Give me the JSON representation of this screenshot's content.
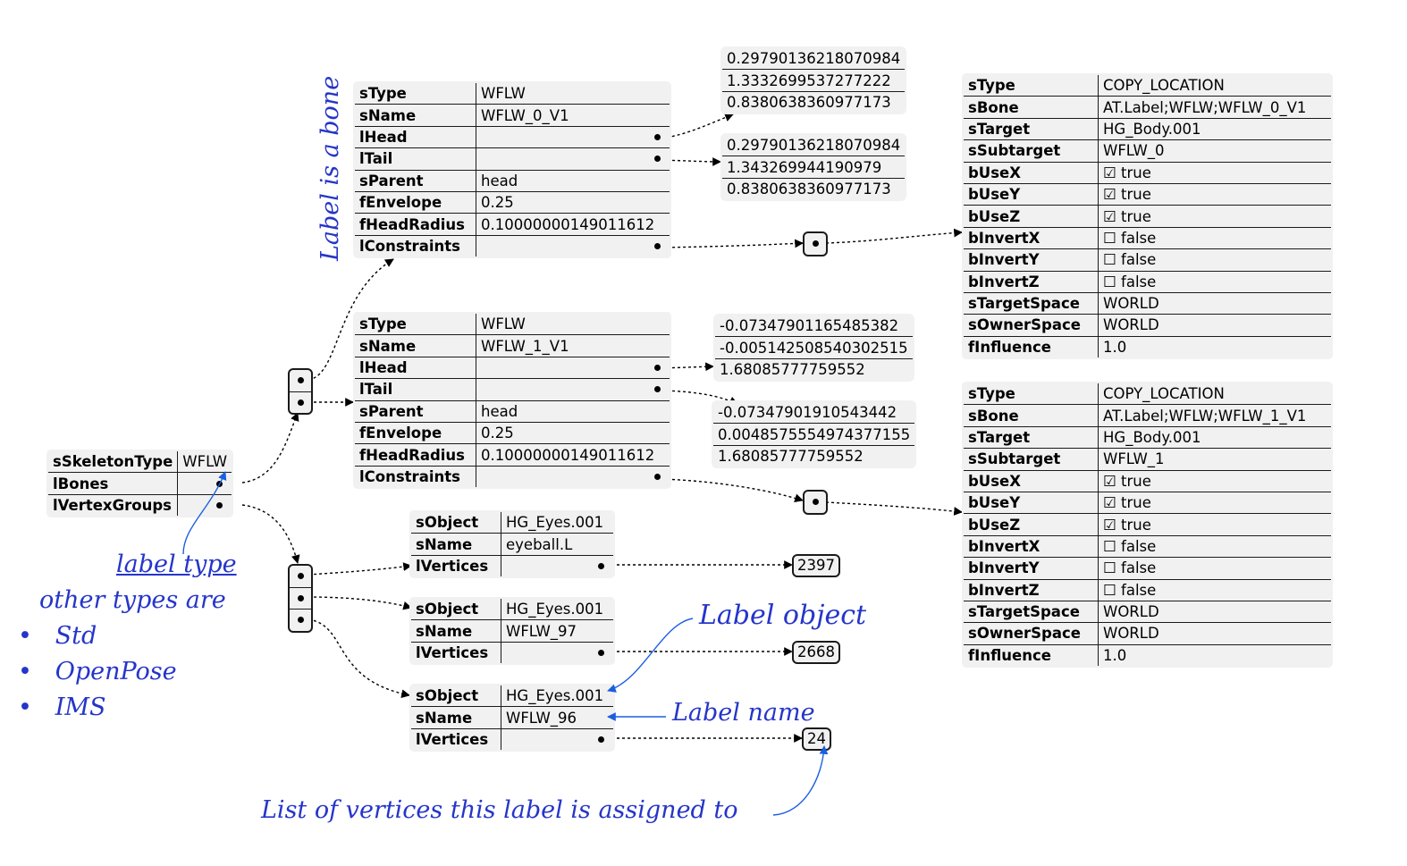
{
  "root": {
    "rows": [
      {
        "key": "sSkeletonType",
        "value": "WFLW"
      },
      {
        "key": "lBones",
        "value": ""
      },
      {
        "key": "lVertexGroups",
        "value": ""
      }
    ]
  },
  "bones": [
    {
      "rows": [
        {
          "key": "sType",
          "value": "WFLW"
        },
        {
          "key": "sName",
          "value": "WFLW_0_V1"
        },
        {
          "key": "lHead",
          "value": ""
        },
        {
          "key": "lTail",
          "value": ""
        },
        {
          "key": "sParent",
          "value": "head"
        },
        {
          "key": "fEnvelope",
          "value": "0.25"
        },
        {
          "key": "fHeadRadius",
          "value": "0.10000000149011612"
        },
        {
          "key": "lConstraints",
          "value": ""
        }
      ],
      "head": [
        "0.29790136218070984",
        "1.3332699537277222",
        "0.8380638360977173"
      ],
      "tail": [
        "0.29790136218070984",
        "1.343269944190979",
        "0.8380638360977173"
      ],
      "constraint": [
        {
          "key": "sType",
          "value": "COPY_LOCATION"
        },
        {
          "key": "sBone",
          "value": "AT.Label;WFLW;WFLW_0_V1"
        },
        {
          "key": "sTarget",
          "value": "HG_Body.001"
        },
        {
          "key": "sSubtarget",
          "value": "WFLW_0"
        },
        {
          "key": "bUseX",
          "value": "☑ true"
        },
        {
          "key": "bUseY",
          "value": "☑ true"
        },
        {
          "key": "bUseZ",
          "value": "☑ true"
        },
        {
          "key": "bInvertX",
          "value": "☐ false"
        },
        {
          "key": "bInvertY",
          "value": "☐ false"
        },
        {
          "key": "bInvertZ",
          "value": "☐ false"
        },
        {
          "key": "sTargetSpace",
          "value": "WORLD"
        },
        {
          "key": "sOwnerSpace",
          "value": "WORLD"
        },
        {
          "key": "fInfluence",
          "value": "1.0"
        }
      ]
    },
    {
      "rows": [
        {
          "key": "sType",
          "value": "WFLW"
        },
        {
          "key": "sName",
          "value": "WFLW_1_V1"
        },
        {
          "key": "lHead",
          "value": ""
        },
        {
          "key": "lTail",
          "value": ""
        },
        {
          "key": "sParent",
          "value": "head"
        },
        {
          "key": "fEnvelope",
          "value": "0.25"
        },
        {
          "key": "fHeadRadius",
          "value": "0.10000000149011612"
        },
        {
          "key": "lConstraints",
          "value": ""
        }
      ],
      "head": [
        "-0.07347901165485382",
        "-0.005142508540302515",
        "1.68085777759552"
      ],
      "tail": [
        "-0.07347901910543442",
        "0.0048575554974377155",
        "1.68085777759552"
      ],
      "constraint": [
        {
          "key": "sType",
          "value": "COPY_LOCATION"
        },
        {
          "key": "sBone",
          "value": "AT.Label;WFLW;WFLW_1_V1"
        },
        {
          "key": "sTarget",
          "value": "HG_Body.001"
        },
        {
          "key": "sSubtarget",
          "value": "WFLW_1"
        },
        {
          "key": "bUseX",
          "value": "☑ true"
        },
        {
          "key": "bUseY",
          "value": "☑ true"
        },
        {
          "key": "bUseZ",
          "value": "☑ true"
        },
        {
          "key": "bInvertX",
          "value": "☐ false"
        },
        {
          "key": "bInvertY",
          "value": "☐ false"
        },
        {
          "key": "bInvertZ",
          "value": "☐ false"
        },
        {
          "key": "sTargetSpace",
          "value": "WORLD"
        },
        {
          "key": "sOwnerSpace",
          "value": "WORLD"
        },
        {
          "key": "fInfluence",
          "value": "1.0"
        }
      ]
    }
  ],
  "vertex_groups": [
    {
      "rows": [
        {
          "key": "sObject",
          "value": "HG_Eyes.001"
        },
        {
          "key": "sName",
          "value": "eyeball.L"
        },
        {
          "key": "lVertices",
          "value": ""
        }
      ],
      "count": "2397"
    },
    {
      "rows": [
        {
          "key": "sObject",
          "value": "HG_Eyes.001"
        },
        {
          "key": "sName",
          "value": "WFLW_97"
        },
        {
          "key": "lVertices",
          "value": ""
        }
      ],
      "count": "2668"
    },
    {
      "rows": [
        {
          "key": "sObject",
          "value": "HG_Eyes.001"
        },
        {
          "key": "sName",
          "value": "WFLW_96"
        },
        {
          "key": "lVertices",
          "value": ""
        }
      ],
      "count": "24"
    }
  ],
  "annotations": {
    "bone_label": "Label is a bone",
    "label_type": "label type",
    "other_types_heading": "other types are",
    "other_types": [
      "Std",
      "OpenPose",
      "IMS"
    ],
    "label_object": "Label object",
    "label_name": "Label name",
    "vertices_note": "List of vertices this label is assigned to"
  },
  "colors": {
    "annotation": "#2535c9",
    "accent_arrow": "#1a5fe0",
    "node_fill": "#f1f1f1"
  }
}
